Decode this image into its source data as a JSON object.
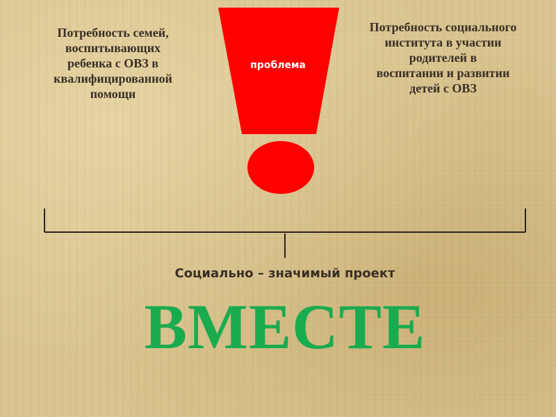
{
  "slide": {
    "left_need": "Потребность семей,\nвоспитывающих\nребенка с ОВЗ в\nквалифицированной\nпомощи",
    "right_need": "Потребность социального\nинститута в участии\nродителей в\nвоспитании и развитии\nдетей с ОВЗ",
    "problem_label": "проблема",
    "project_subtitle": "Социально – значимый проект",
    "project_name": "ВМЕСТЕ"
  },
  "colors": {
    "exclamation": "#ff0000",
    "project_name": "#1aab4f",
    "text": "#3a2f25",
    "background": "#d9c48f"
  },
  "icons": {
    "exclamation": "exclamation-mark-icon"
  }
}
